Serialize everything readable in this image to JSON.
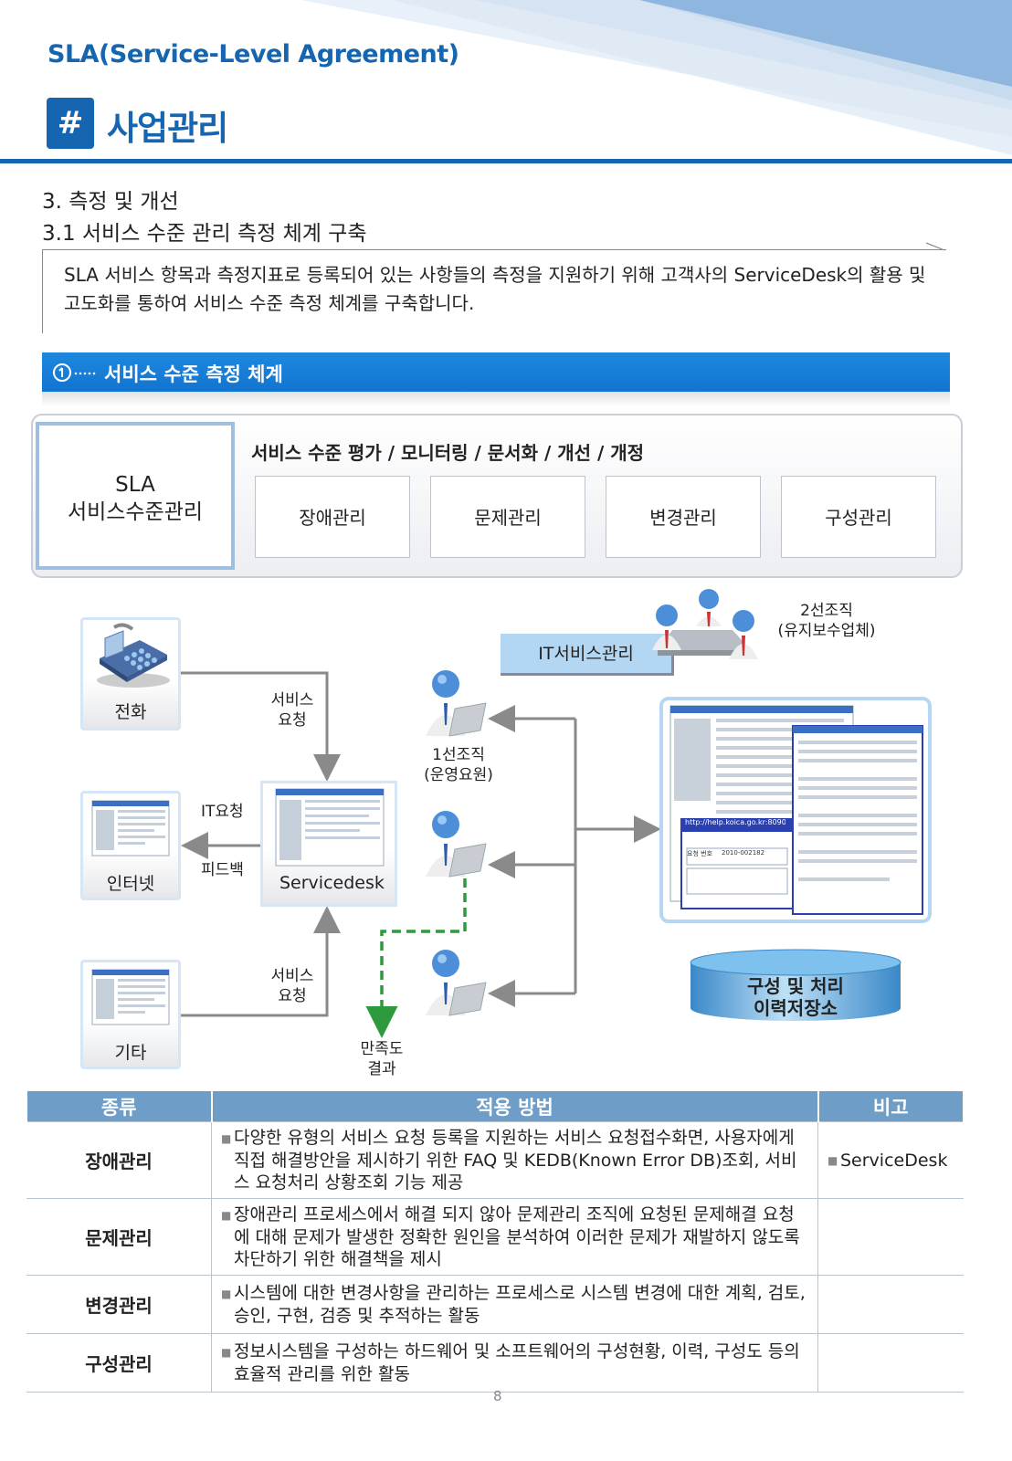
{
  "header": {
    "title": "SLA(Service-Level Agreement)",
    "hash": "#",
    "section": "사업관리"
  },
  "headings": {
    "h3": "3. 측정 및 개선",
    "h31": "3.1 서비스 수준 관리 측정 체계 구축"
  },
  "intro": "SLA 서비스 항목과 측정지표로 등록되어 있는 사항들의 측정을 지원하기 위해 고객사의 ServiceDesk의 활용 및 고도화를 통하여 서비스 수준 측정 체계를 구축합니다.",
  "band_title": "서비스 수준 측정 체계",
  "framework": {
    "sla_line1": "SLA",
    "sla_line2": "서비스수준관리",
    "heading": "서비스 수준 평가 / 모니터링 / 문서화 / 개선 / 개정",
    "boxes": [
      "장애관리",
      "문제관리",
      "변경관리",
      "구성관리"
    ]
  },
  "diagram": {
    "sources": [
      "전화",
      "인터넷",
      "기타"
    ],
    "service_request_1": [
      "서비스",
      "요청"
    ],
    "service_request_2": [
      "서비스",
      "요청"
    ],
    "it_request": "IT요청",
    "feedback": "피드백",
    "servicedesk": "Servicedesk",
    "it_service_mgmt": "IT서비스관리",
    "second_line": [
      "2선조직",
      "(유지보수업체)"
    ],
    "first_line": [
      "1선조직",
      "(운영요원)"
    ],
    "satisfaction": [
      "만족도",
      "결과"
    ],
    "repository": [
      "구성 및 처리",
      "이력저장소"
    ],
    "screen_url": "http://help.koica.go.kr:8090/",
    "screen_label": "요청 번호",
    "screen_value": "2010-002182"
  },
  "table": {
    "headers": [
      "종류",
      "적용 방법",
      "비고"
    ],
    "rows": [
      {
        "kind": "장애관리",
        "method": "다양한 유형의 서비스 요청 등록을 지원하는 서비스 요청접수화면, 사용자에게 직접 해결방안을 제시하기 위한 FAQ 및 KEDB(Known Error DB)조회, 서비스 요청처리 상황조회 기능 제공",
        "note": "ServiceDesk"
      },
      {
        "kind": "문제관리",
        "method": "장애관리 프로세스에서 해결 되지 않아 문제관리 조직에 요청된 문제해결 요청에 대해 문제가 발생한 정확한 원인을 분석하여 이러한 문제가 재발하지 않도록 차단하기 위한 해결책을 제시",
        "note": ""
      },
      {
        "kind": "변경관리",
        "method": "시스템에 대한 변경사항을 관리하는 프로세스로 시스템 변경에 대한 계획, 검토, 승인, 구현, 검증 및 추적하는 활동",
        "note": ""
      },
      {
        "kind": "구성관리",
        "method": "정보시스템을 구성하는 하드웨어 및 소프트웨어의 구성현황, 이력, 구성도 등의 효율적 관리를 위한 활동",
        "note": ""
      }
    ]
  },
  "page_number": "8",
  "colors": {
    "primary": "#1565b0",
    "band": "#1e88e0",
    "table_header": "#6e9dc8",
    "arrow_green": "#2e9a3e",
    "arrow_gray": "#8a8a8a"
  },
  "icons": [
    "phone-icon",
    "person-laptop-icon",
    "meeting-icon",
    "database-icon",
    "info-circle-icon"
  ]
}
